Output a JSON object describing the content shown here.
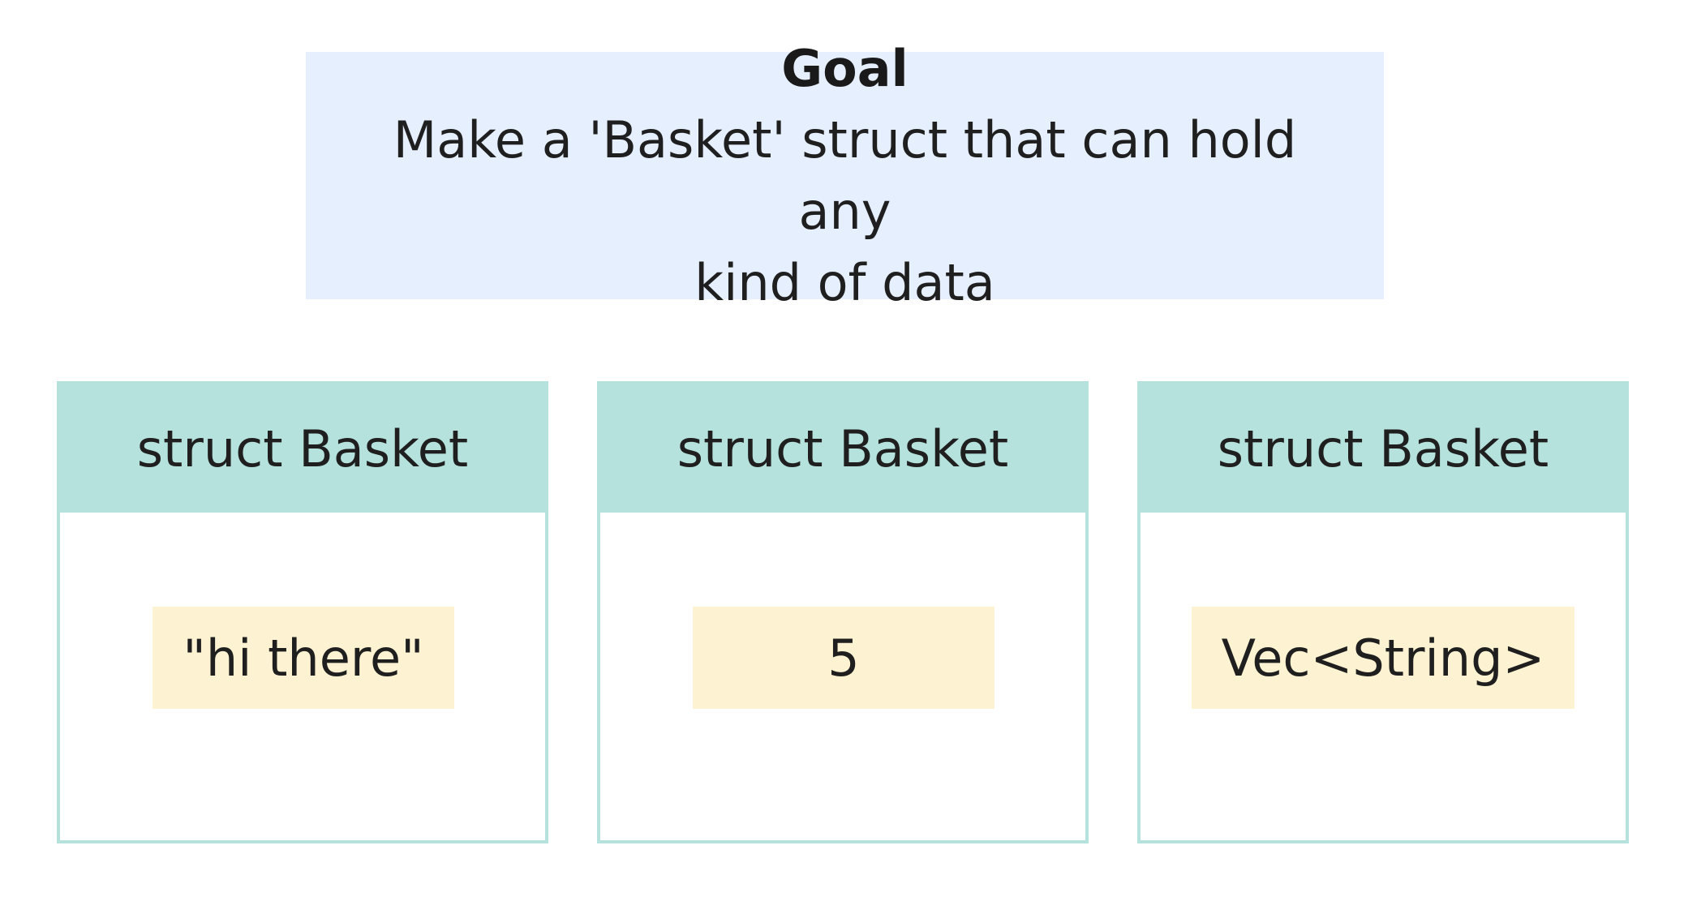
{
  "goal": {
    "title": "Goal",
    "line1": "Make a 'Basket' struct that can hold any",
    "line2": "kind of data"
  },
  "baskets": [
    {
      "header": "struct Basket",
      "value": "\"hi there\""
    },
    {
      "header": "struct Basket",
      "value": "5"
    },
    {
      "header": "struct Basket",
      "value": "Vec<String>"
    }
  ]
}
